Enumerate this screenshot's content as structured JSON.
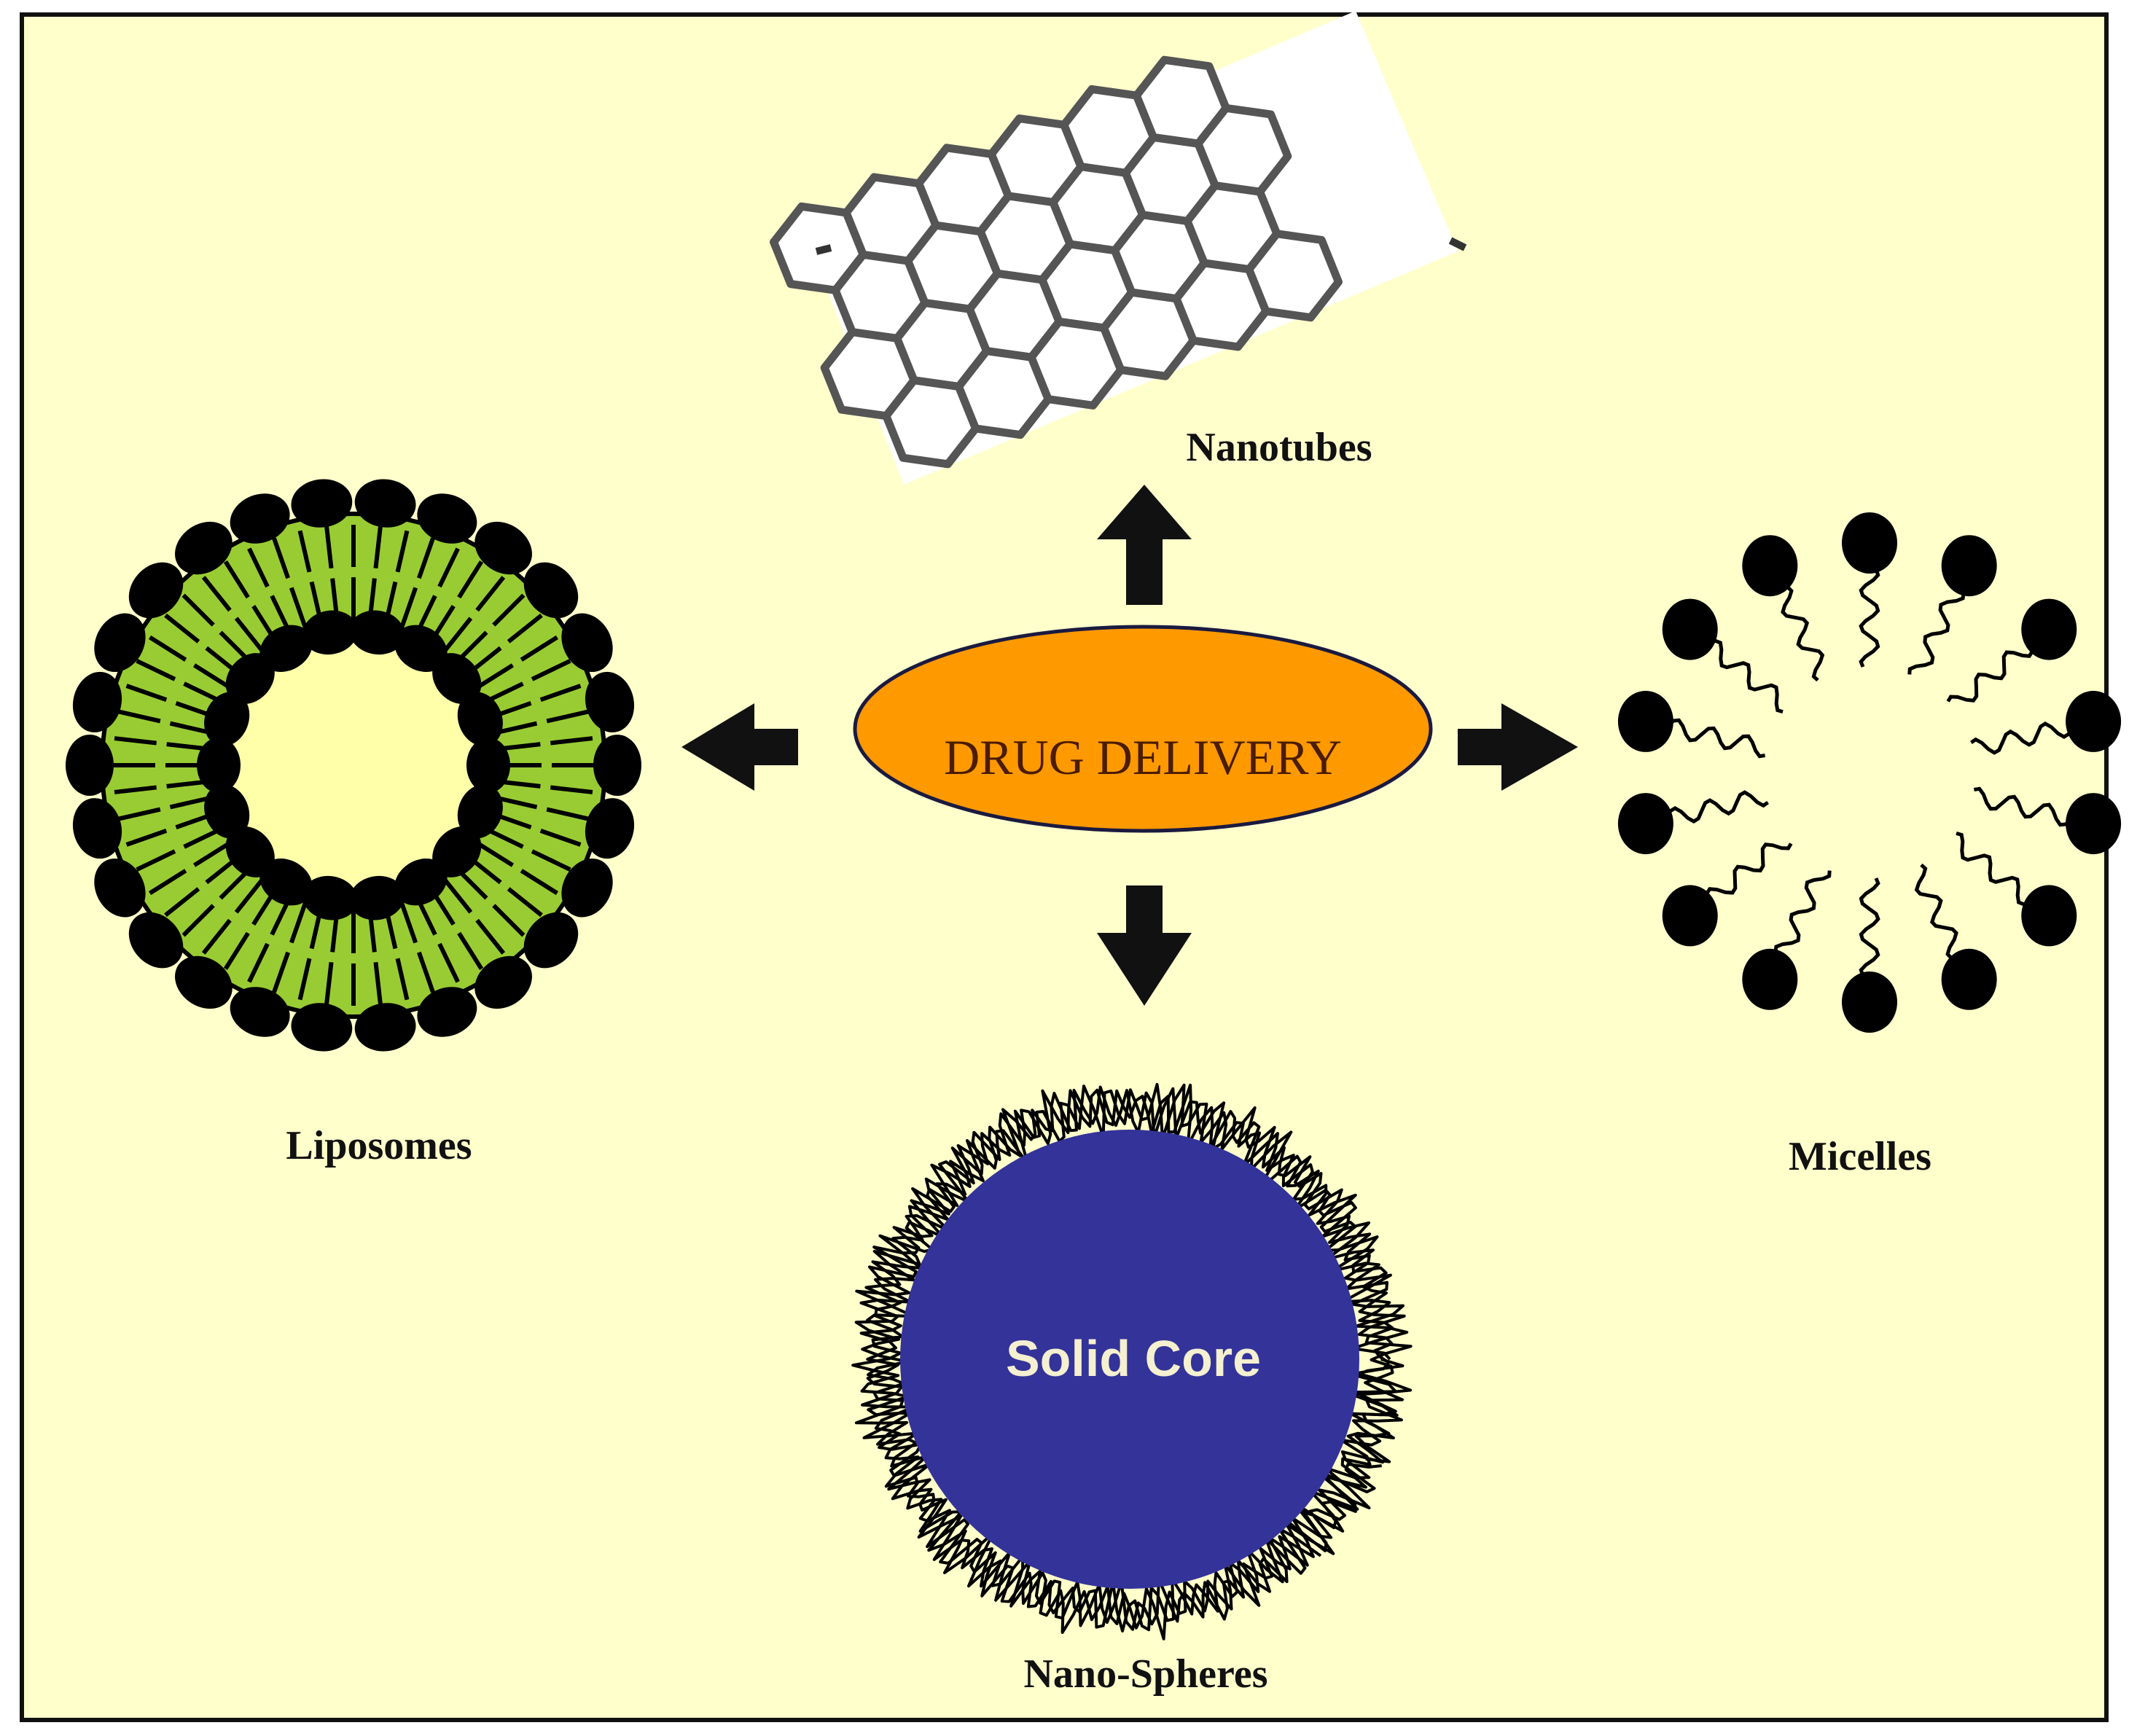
{
  "center": {
    "label": "DRUG DELIVERY"
  },
  "nodes": {
    "nanotubes": {
      "label": "Nanotubes"
    },
    "liposomes": {
      "label": "Liposomes"
    },
    "micelles": {
      "label": "Micelles"
    },
    "nanospheres": {
      "label": "Nano-Spheres",
      "core_label": "Solid Core"
    }
  },
  "colors": {
    "background": "#ffffcc",
    "center_fill": "#ff9900",
    "liposome_layer": "#99cc33",
    "liposome_core": "#ffffaa",
    "sphere_core": "#333399",
    "heads": "#000000"
  }
}
